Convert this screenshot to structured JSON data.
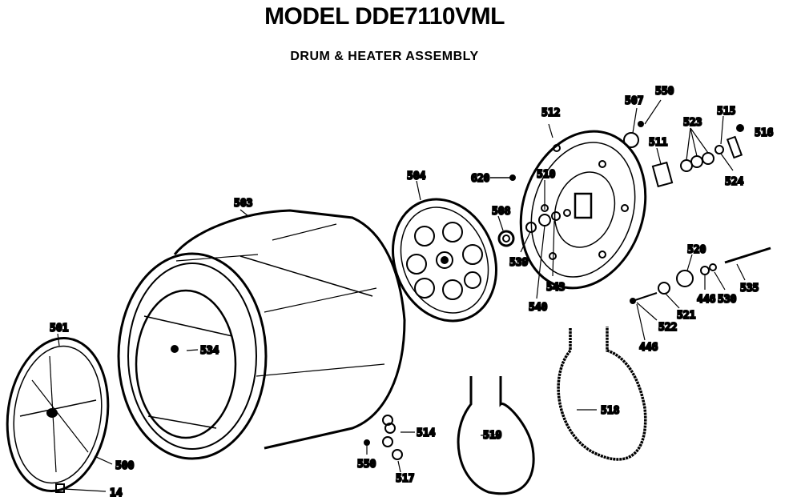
{
  "title": "MODEL DDE7110VML",
  "subtitle": "DRUM & HEATER ASSEMBLY",
  "parts": {
    "p501": "501",
    "p500": "500",
    "p14": "14",
    "p503": "503",
    "p534": "534",
    "p504": "504",
    "p620": "620",
    "p508": "508",
    "p510": "510",
    "p512": "512",
    "p539": "539",
    "p540": "540",
    "p543": "543",
    "p507": "507",
    "p550a": "550",
    "p511": "511",
    "p523": "523",
    "p515": "515",
    "p516": "516",
    "p524": "524",
    "p520": "520",
    "p521": "521",
    "p522": "522",
    "p446a": "446",
    "p530": "530",
    "p535": "535",
    "p446b": "446",
    "p518": "518",
    "p519": "519",
    "p514": "514",
    "p550b": "550",
    "p517": "517"
  }
}
